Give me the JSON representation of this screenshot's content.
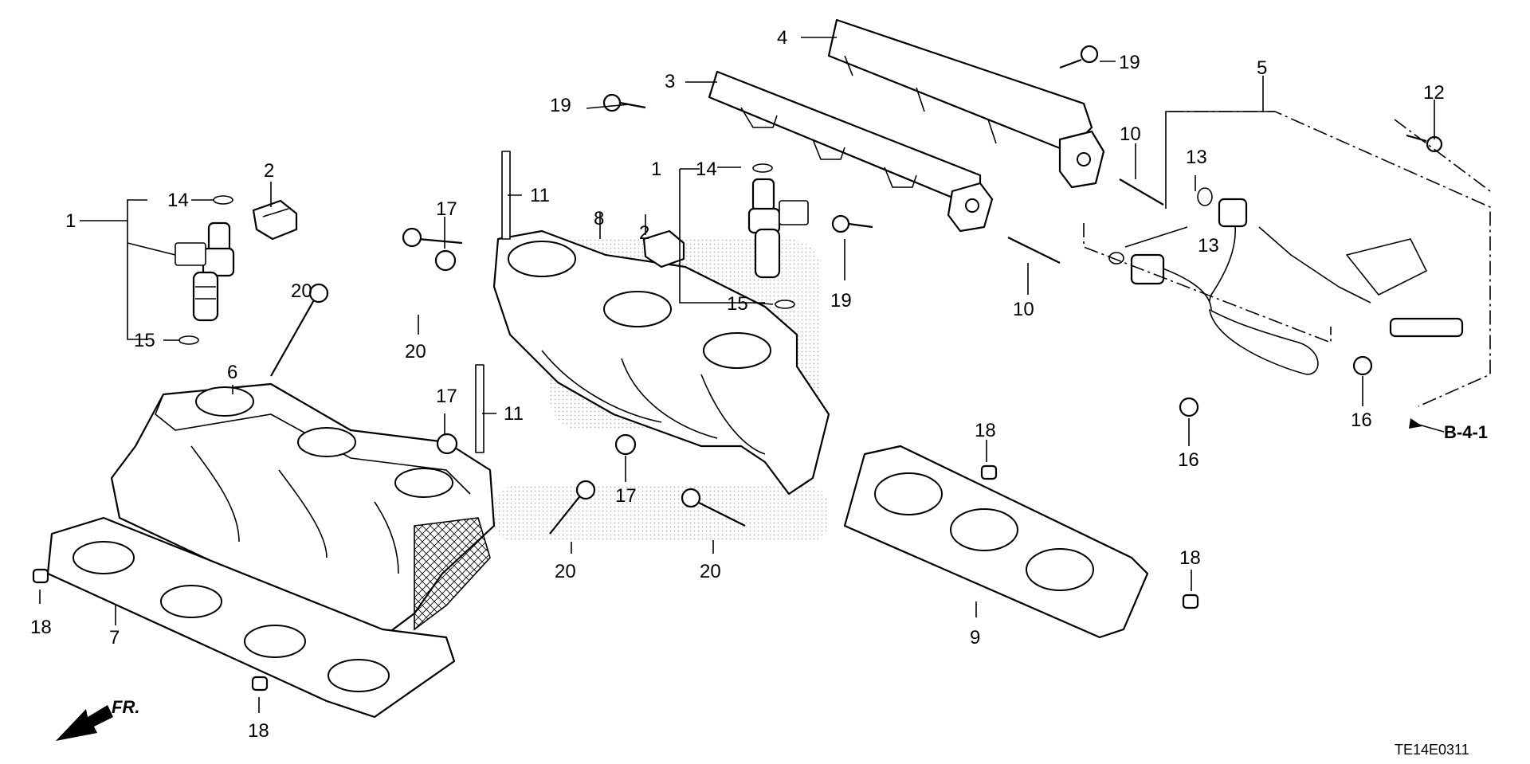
{
  "diagram": {
    "callouts": [
      "1",
      "2",
      "14",
      "15",
      "20",
      "6",
      "7",
      "18",
      "1",
      "14",
      "2",
      "15",
      "17",
      "11",
      "8",
      "17",
      "11",
      "20",
      "17",
      "20",
      "20",
      "3",
      "19",
      "19",
      "4",
      "19",
      "10",
      "10",
      "5",
      "13",
      "13",
      "12",
      "16",
      "16",
      "18",
      "18",
      "9",
      "18"
    ],
    "reference_label": "B-4-1",
    "front_label": "FR.",
    "diagram_code": "TE14E0311"
  }
}
